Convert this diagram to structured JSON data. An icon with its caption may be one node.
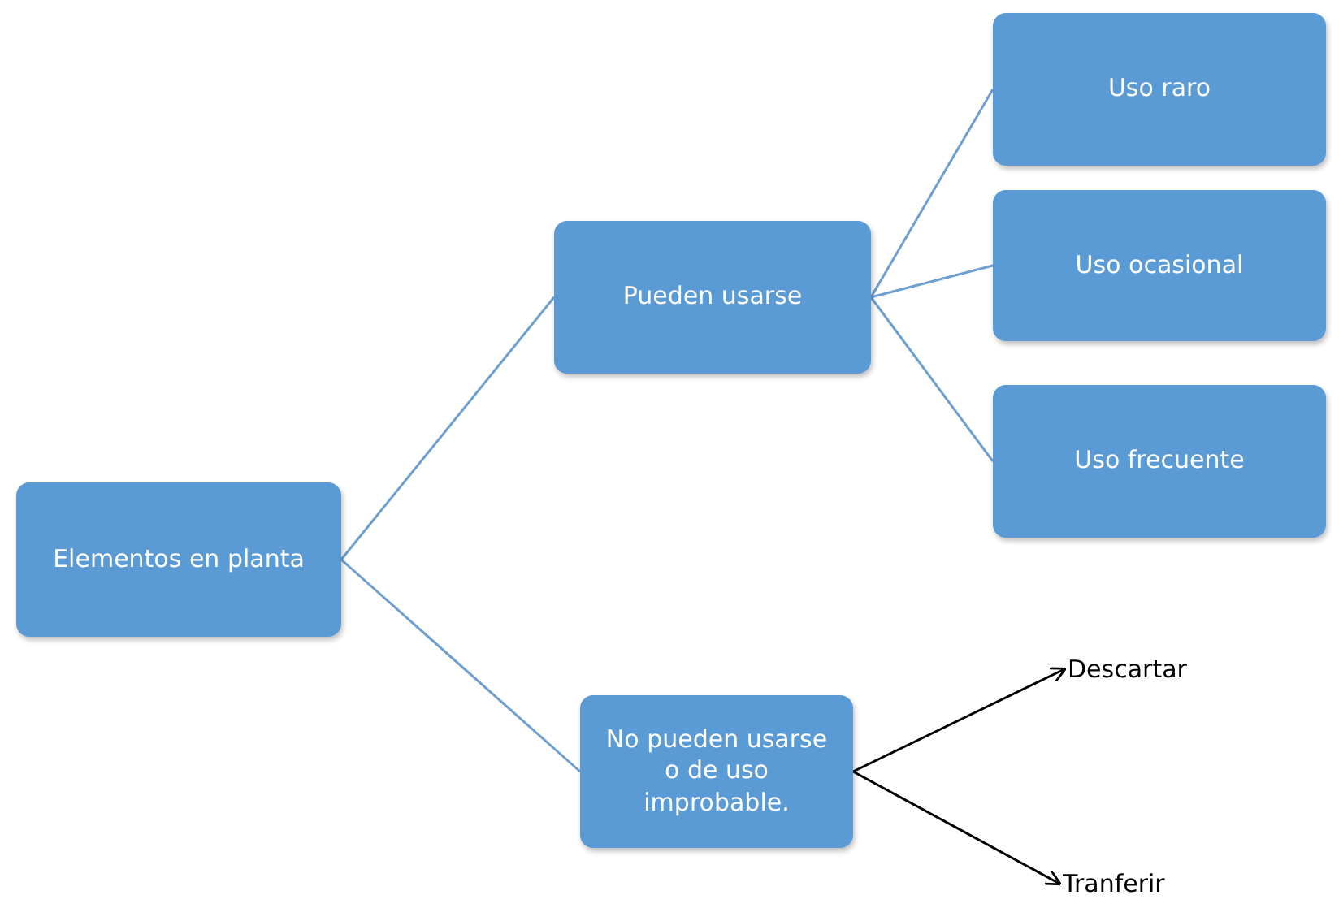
{
  "diagram": {
    "nodes": [
      {
        "text": [
          "Elementos en planta"
        ]
      },
      {
        "text": [
          "Pueden usarse"
        ]
      },
      {
        "text": [
          "Uso raro"
        ]
      },
      {
        "text": [
          "Uso ocasional"
        ]
      },
      {
        "text": [
          "Uso frecuente"
        ]
      },
      {
        "text": [
          "No pueden usarse o de uso improbable."
        ]
      },
      {
        "text": [
          "Descartar"
        ]
      },
      {
        "text": [
          "Tranferir"
        ]
      }
    ],
    "edges": [
      {
        "from": 0,
        "to": 1,
        "arrow": "none"
      },
      {
        "from": 0,
        "to": 5,
        "arrow": "none"
      },
      {
        "from": 1,
        "to": 2,
        "arrow": "none"
      },
      {
        "from": 1,
        "to": 3,
        "arrow": "none"
      },
      {
        "from": 1,
        "to": 4,
        "arrow": "none"
      },
      {
        "from": 5,
        "to": 6,
        "arrow": "to",
        "color": "#000000"
      },
      {
        "from": 5,
        "to": 7,
        "arrow": "to",
        "color": "#000000"
      }
    ]
  }
}
